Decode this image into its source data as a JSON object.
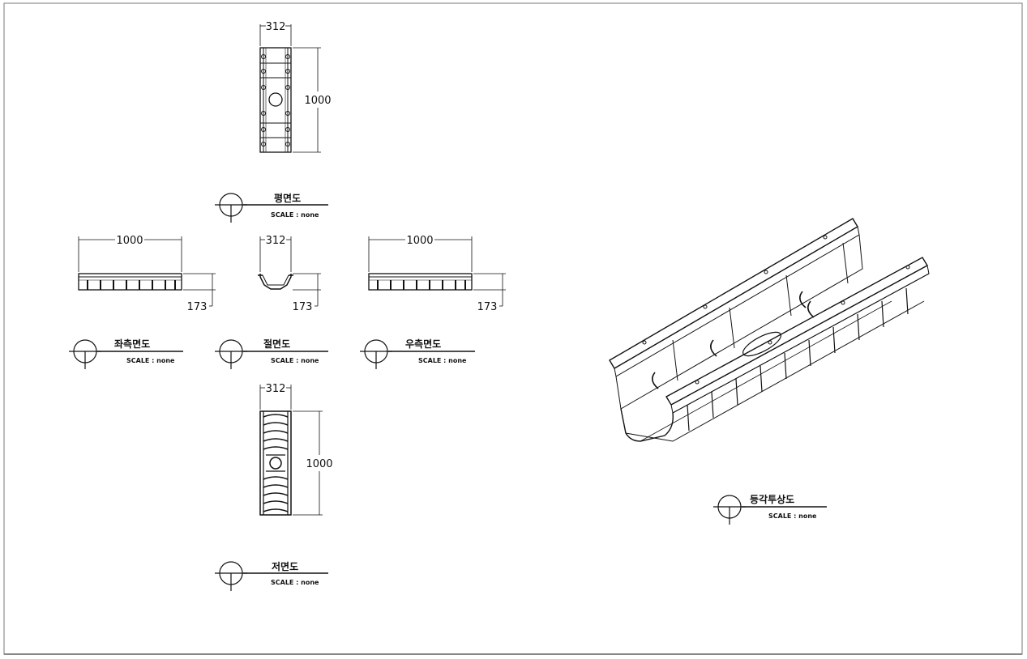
{
  "views": {
    "plan": {
      "title": "평면도",
      "scale": "SCALE : none",
      "width_dim": "312",
      "length_dim": "1000"
    },
    "left_side": {
      "title": "좌측면도",
      "scale": "SCALE : none",
      "length_dim": "1000",
      "height_dim": "173"
    },
    "section": {
      "title": "절면도",
      "scale": "SCALE : none",
      "width_dim": "312",
      "height_dim": "173"
    },
    "right_side": {
      "title": "우측면도",
      "scale": "SCALE : none",
      "length_dim": "1000",
      "height_dim": "173"
    },
    "bottom": {
      "title": "저면도",
      "scale": "SCALE : none",
      "width_dim": "312",
      "length_dim": "1000"
    },
    "isometric": {
      "title": "등각투상도",
      "scale": "SCALE : none"
    }
  }
}
